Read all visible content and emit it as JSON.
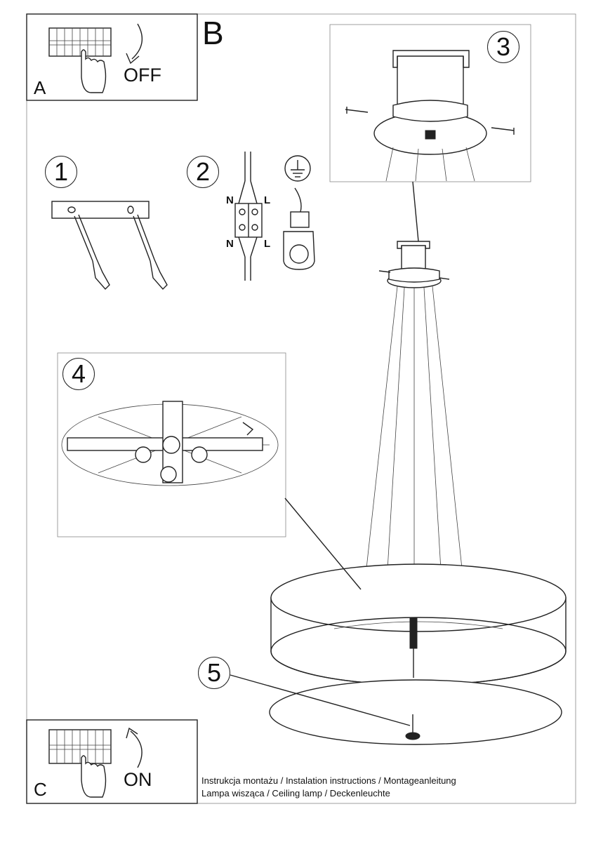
{
  "panels": {
    "A": {
      "letter": "A",
      "state": "OFF"
    },
    "B": {
      "letter": "B"
    },
    "C": {
      "letter": "C",
      "state": "ON"
    }
  },
  "steps": {
    "s1": "1",
    "s2": "2",
    "s3": "3",
    "s4": "4",
    "s5": "5"
  },
  "wiring": {
    "top_left": "N",
    "top_right": "L",
    "bottom_left": "N",
    "bottom_right": "L"
  },
  "caption": {
    "line1": "Instrukcja montażu / Instalation instructions / Montageanleitung",
    "line2": "Lampa wisząca / Ceiling lamp / Deckenleuchte"
  }
}
